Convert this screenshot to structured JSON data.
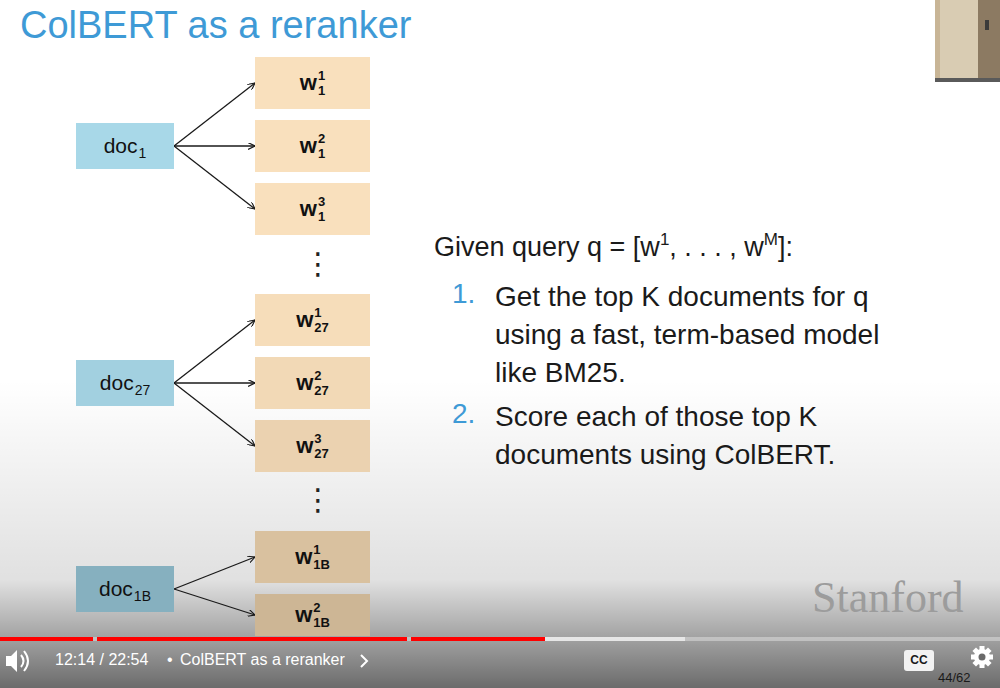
{
  "diagram": {
    "title": "ColBERT as a reranker",
    "nodes": [
      {
        "text": [
          "doc",
          "1"
        ]
      },
      {
        "text": [
          "w",
          "1",
          "1"
        ]
      },
      {
        "text": [
          "w",
          "2",
          "1"
        ]
      },
      {
        "text": [
          "w",
          "3",
          "1"
        ]
      },
      {
        "text": [
          "doc",
          "27"
        ]
      },
      {
        "text": [
          "w",
          "1",
          "27"
        ]
      },
      {
        "text": [
          "w",
          "2",
          "27"
        ]
      },
      {
        "text": [
          "w",
          "3",
          "27"
        ]
      },
      {
        "text": [
          "doc",
          "1B"
        ]
      },
      {
        "text": [
          "w",
          "1",
          "1B"
        ]
      },
      {
        "text": [
          "w",
          "2",
          "1B"
        ]
      }
    ],
    "edges": [
      {
        "from": 0,
        "to": 1,
        "arrow": "to"
      },
      {
        "from": 0,
        "to": 2,
        "arrow": "to"
      },
      {
        "from": 0,
        "to": 3,
        "arrow": "to"
      },
      {
        "from": 4,
        "to": 5,
        "arrow": "to"
      },
      {
        "from": 4,
        "to": 6,
        "arrow": "to"
      },
      {
        "from": 4,
        "to": 7,
        "arrow": "to"
      },
      {
        "from": 8,
        "to": 9,
        "arrow": "to"
      },
      {
        "from": 8,
        "to": 10,
        "arrow": "to"
      }
    ],
    "labels": [
      "⋮",
      "⋮",
      "Given query q = [w",
      "1",
      ", . . . , w",
      "M",
      "]:",
      "1.",
      "Get the top K documents for q using a fast, term-based model like BM25.",
      "2.",
      "Score each of those top K documents using ColBERT.",
      "Stanford",
      "12:14 / 22:54",
      "•",
      "ColBERT as a reranker",
      "CC",
      "44/62"
    ]
  }
}
